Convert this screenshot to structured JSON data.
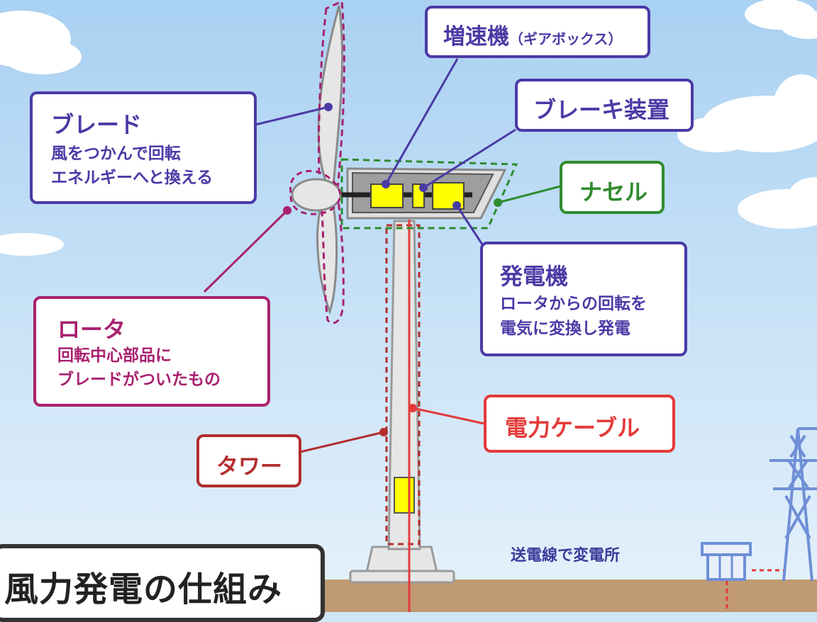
{
  "title": "風力発電の仕組み",
  "labels": {
    "gearbox": {
      "title": "増速機",
      "sub": "（ギアボックス）"
    },
    "brake": {
      "title": "ブレーキ装置"
    },
    "blade": {
      "title": "ブレード",
      "desc1": "風をつかんで回転",
      "desc2": "エネルギーへと換える"
    },
    "nacelle": {
      "title": "ナセル"
    },
    "generator": {
      "title": "発電機",
      "desc1": "ロータからの回転を",
      "desc2": "電気に変換し発電"
    },
    "rotor": {
      "title": "ロータ",
      "desc1": "回転中心部品に",
      "desc2": "ブレードがついたもの"
    },
    "cable": {
      "title": "電力ケーブル"
    },
    "tower": {
      "title": "タワー"
    },
    "transmission": {
      "text": "送電線で変電所"
    }
  },
  "colors": {
    "sky": "#cfe6f7",
    "ground": "#bf9a72",
    "purple": "#4b3aa6",
    "magenta": "#a8216f",
    "green": "#2e8c2e",
    "red": "#e53a3a",
    "darkred": "#b32d2d",
    "component_yellow": "#ffff00",
    "pylon_blue": "#6f8fd6"
  }
}
